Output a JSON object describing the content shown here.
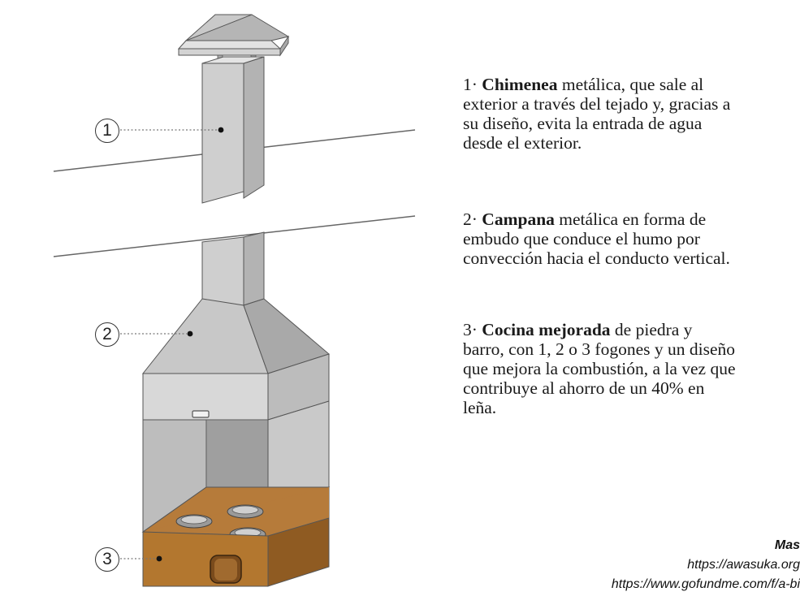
{
  "callouts": [
    "1",
    "2",
    "3"
  ],
  "descriptions": [
    {
      "number": "1·",
      "term": "Chimenea",
      "lines_after_term": " metálica, que sale al",
      "rest": [
        "exterior a través del tejado y, gracias a",
        "su diseño, evita la entrada de agua",
        "desde el exterior."
      ]
    },
    {
      "number": "2·",
      "term": "Campana",
      "lines_after_term": " metálica en forma de",
      "rest": [
        "embudo que conduce el humo por",
        "convección hacia el conducto vertical."
      ]
    },
    {
      "number": "3·",
      "term": "Cocina mejorada",
      "lines_after_term": " de piedra y",
      "rest": [
        "barro, con 1, 2 o 3 fogones y un diseño",
        "que mejora la combustión, a la vez que",
        "contribuye al ahorro de un 40% en",
        "leña."
      ]
    }
  ],
  "credits": {
    "name": "Mas",
    "url1": "https://awasuka.org",
    "url2": "https://www.gofundme.com/f/a-bi"
  },
  "colors": {
    "metal_light": "#d6d6d6",
    "metal_mid": "#c4c4c4",
    "metal_dark": "#a8a8a8",
    "stove_wood": "#b57c3a",
    "stove_dark": "#8a5a26",
    "outline": "#555555"
  }
}
